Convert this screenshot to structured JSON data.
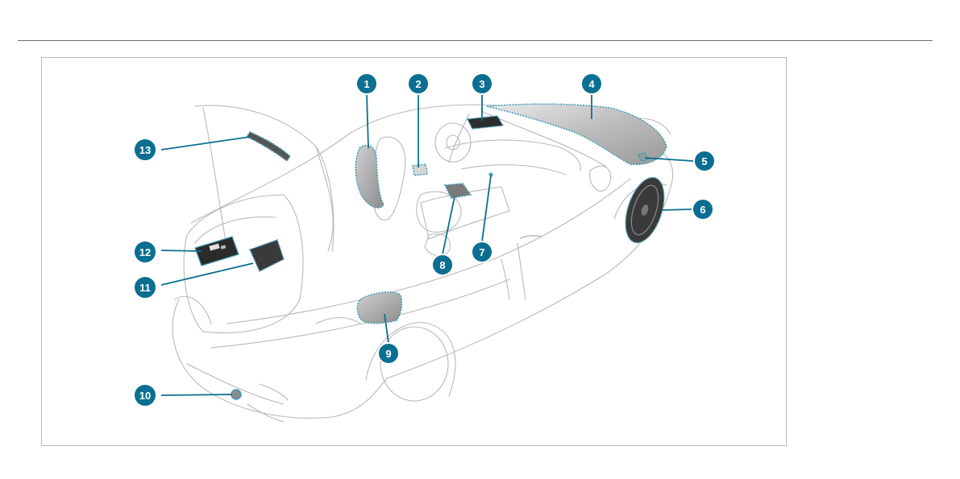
{
  "figure": {
    "accent_color": "#0b6f91",
    "highlight_color": "#3f9ab8",
    "callouts": [
      {
        "label": "1"
      },
      {
        "label": "2"
      },
      {
        "label": "3"
      },
      {
        "label": "4"
      },
      {
        "label": "5"
      },
      {
        "label": "6"
      },
      {
        "label": "7"
      },
      {
        "label": "8"
      },
      {
        "label": "9"
      },
      {
        "label": "10"
      },
      {
        "label": "11"
      },
      {
        "label": "12"
      },
      {
        "label": "13"
      }
    ]
  }
}
